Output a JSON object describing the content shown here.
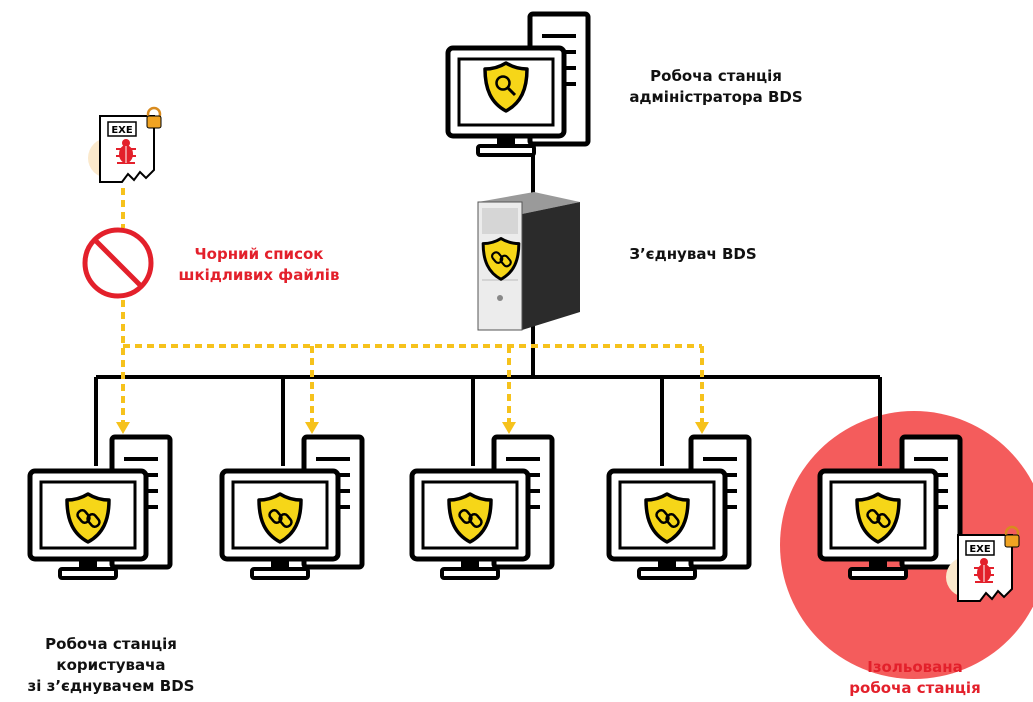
{
  "labels": {
    "admin_workstation": [
      "Робоча станція",
      "адміністратора BDS"
    ],
    "relay": "З’єднувач BDS",
    "blacklist": [
      "Чорний список",
      "шкідливих файлів"
    ],
    "user_workstation": [
      "Робоча станція",
      "користувача",
      "зі з’єднувачем BDS"
    ],
    "isolated_workstation": [
      "Ізольована",
      "робоча станція"
    ]
  },
  "file_badge": "EXE",
  "icons": {
    "workstation": "desktop-computer-icon",
    "relay": "server-tower-icon",
    "shield": "shield-link-icon",
    "admin_shield": "shield-search-icon",
    "malware_file": "exe-bug-file-icon",
    "blocked": "prohibited-icon"
  },
  "colors": {
    "line": "#000000",
    "dashed": "#f6c21c",
    "shield": "#f6d618",
    "isolation_circle": "#f45c5c",
    "alert_text": "#e3202b",
    "prohibited": "#e3202b"
  }
}
